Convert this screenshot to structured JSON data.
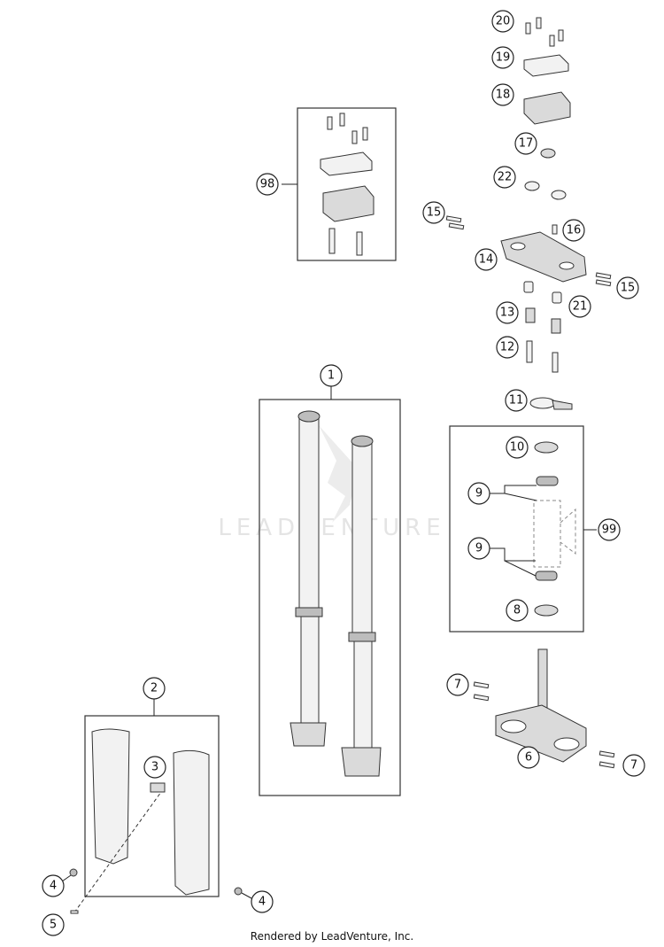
{
  "watermark": "LEADVENTURE",
  "footer_text": "Rendered by LeadVenture, Inc.",
  "callouts": {
    "c1": "1",
    "c2": "2",
    "c3": "3",
    "c4a": "4",
    "c4b": "4",
    "c5": "5",
    "c6": "6",
    "c7a": "7",
    "c7b": "7",
    "c8": "8",
    "c9a": "9",
    "c9b": "9",
    "c10": "10",
    "c11": "11",
    "c12": "12",
    "c13": "13",
    "c14": "14",
    "c15a": "15",
    "c15b": "15",
    "c16": "16",
    "c17": "17",
    "c18": "18",
    "c19": "19",
    "c20": "20",
    "c21": "21",
    "c22": "22",
    "c98": "98",
    "c99": "99"
  }
}
